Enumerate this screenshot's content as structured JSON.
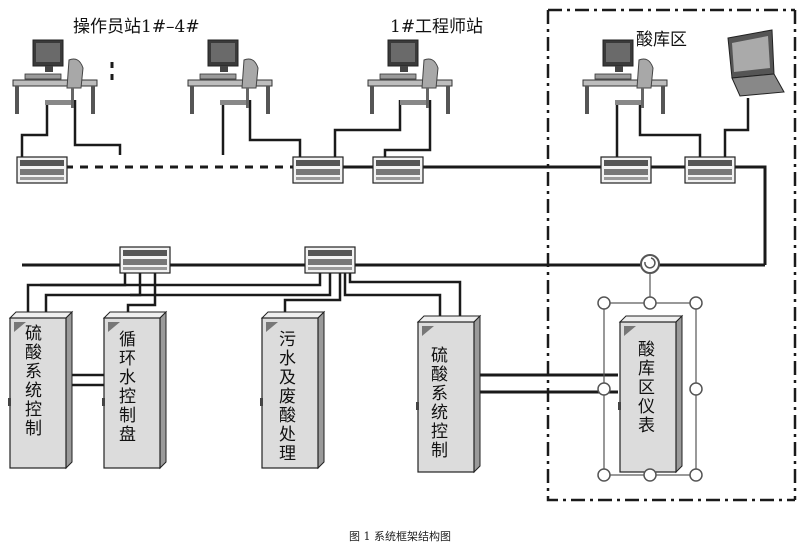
{
  "labels": {
    "operator_stations": "操作员站1#–4#",
    "engineer_station": "1#工程师站",
    "acid_area": "酸库区"
  },
  "cabinets": [
    {
      "id": "sulfuric-1",
      "text": "硫酸系统控制"
    },
    {
      "id": "circulating-water",
      "text": "循环水控制盘"
    },
    {
      "id": "wastewater-acid",
      "text": "污水及废酸处理"
    },
    {
      "id": "sulfuric-2",
      "text": "硫酸系统控制"
    },
    {
      "id": "acid-area-instrument",
      "text": "酸库区仪表"
    }
  ],
  "caption": "图 1  系统框架结构图",
  "colors": {
    "line": "#1a1a1a",
    "ring": "#555555",
    "cabinet": "#dcdcdc",
    "switch": "#4a4a4a"
  }
}
